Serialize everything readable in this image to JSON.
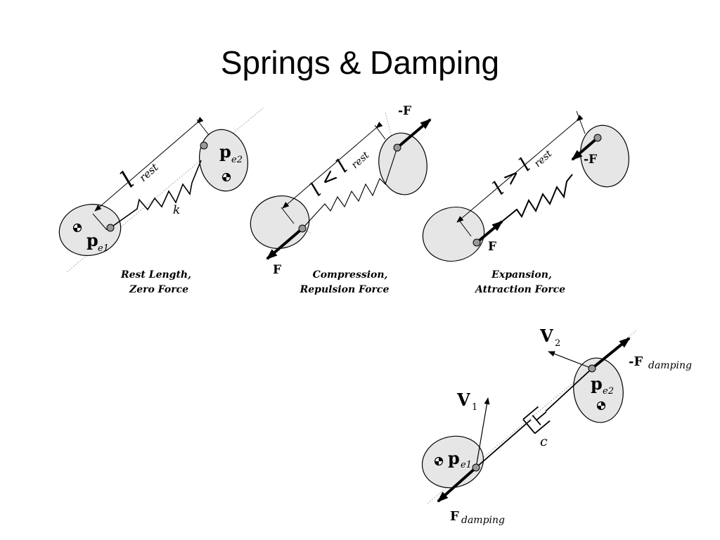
{
  "title": "Springs & Damping",
  "panels": [
    {
      "caption_line1": "Rest Length,",
      "caption_line2": "Zero Force",
      "length_label": "l",
      "length_sub": "rest",
      "spring_label": "k",
      "p1_label": "p",
      "p1_sub": "e1",
      "p2_label": "p",
      "p2_sub": "e2"
    },
    {
      "caption_line1": "Compression,",
      "caption_line2": "Repulsion Force",
      "length_label": "l < l",
      "length_sub": "rest",
      "force_neg": "-F",
      "force_pos": "F"
    },
    {
      "caption_line1": "Expansion,",
      "caption_line2": "Attraction Force",
      "length_label": "l > l",
      "length_sub": "rest",
      "force_neg": "-F",
      "force_pos": "F"
    }
  ],
  "damper": {
    "v1_label": "V",
    "v1_sub": "1",
    "v2_label": "V",
    "v2_sub": "2",
    "c_label": "c",
    "p1_label": "p",
    "p1_sub": "e1",
    "p2_label": "p",
    "p2_sub": "e2",
    "force_neg": "-F",
    "force_pos": "F",
    "force_sub": "damping"
  }
}
